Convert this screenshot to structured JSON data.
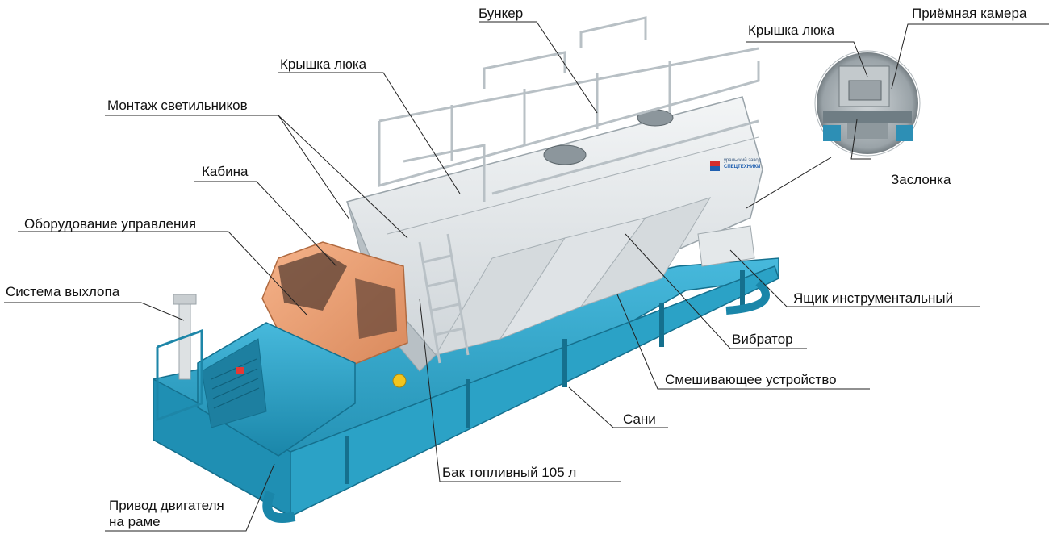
{
  "labels": {
    "bunker": "Бункер",
    "hatch_cover_main": "Крышка люка",
    "light_mount": "Монтаж светильников",
    "cabin": "Кабина",
    "control_equipment": "Оборудование управления",
    "exhaust_system": "Система выхлопа",
    "engine_drive_line1": "Привод двигателя",
    "engine_drive_line2": "на раме",
    "hatch_cover_inset": "Крышка люка",
    "receiving_chamber": "Приёмная камера",
    "damper": "Заслонка",
    "tool_box": "Ящик инструментальный",
    "vibrator": "Вибратор",
    "mixing_device": "Смешивающее устройство",
    "sled": "Сани",
    "fuel_tank": "Бак топливный 105 л"
  },
  "logo": {
    "line1": "уральский завод",
    "line2": "СПЕЦТЕХНИКИ"
  },
  "watermark": "УРАЛЬСКИЙ ЗАВОД СПЕЦТЕХНИКИ",
  "colors": {
    "frame_blue": "#2aa6c9",
    "frame_dark": "#1b7d9c",
    "cab_orange": "#f0a070",
    "hood_blue": "#2e9cc0",
    "bunker_white": "#e9ecee",
    "leader_line": "#222222"
  }
}
